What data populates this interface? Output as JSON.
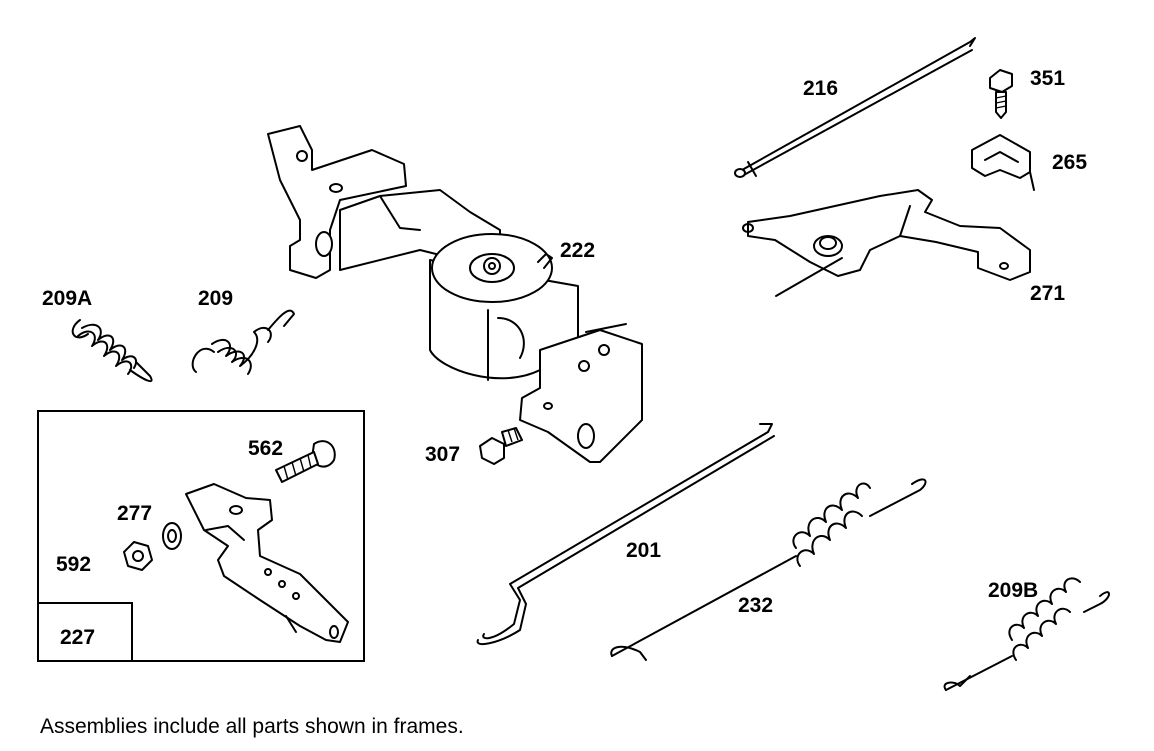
{
  "diagram": {
    "labels": {
      "p216": "216",
      "p351": "351",
      "p265": "265",
      "p222": "222",
      "p271": "271",
      "p209A": "209A",
      "p209": "209",
      "p562": "562",
      "p307": "307",
      "p277": "277",
      "p592": "592",
      "p201": "201",
      "p227": "227",
      "p232": "232",
      "p209B": "209B"
    },
    "footnote": "Assemblies include all parts shown in frames."
  }
}
